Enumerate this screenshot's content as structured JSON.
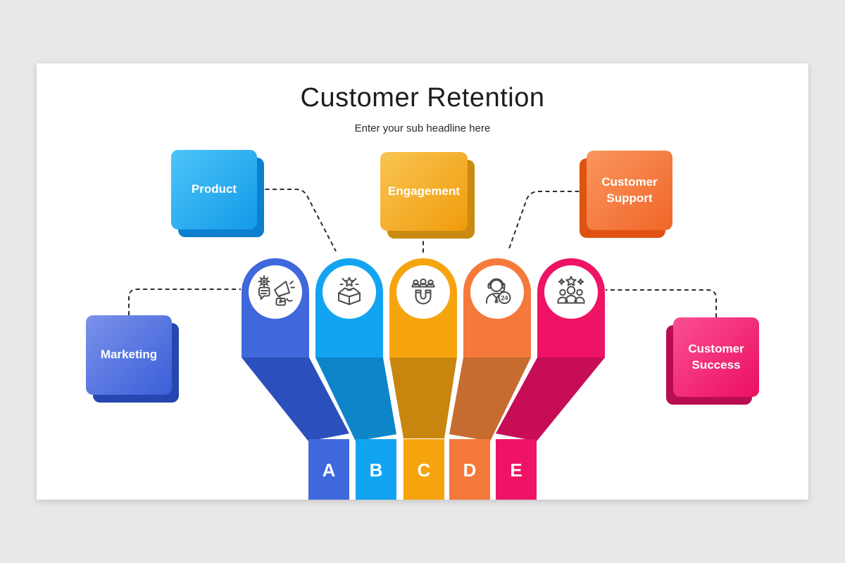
{
  "page": {
    "background_color": "#e9e8e8",
    "canvas_color": "#ffffff",
    "connector_color": "#2d2d2d"
  },
  "header": {
    "title": "Customer Retention",
    "subtitle": "Enter your sub headline here"
  },
  "boxes": [
    {
      "id": "marketing",
      "label": "Marketing",
      "gradient": [
        "#7b92ea",
        "#3a5ed8"
      ],
      "shadow": "#2746b0"
    },
    {
      "id": "product",
      "label": "Product",
      "gradient": [
        "#4cc5f9",
        "#149ae8"
      ],
      "shadow": "#0d7fd0"
    },
    {
      "id": "engagement",
      "label": "Engagement",
      "gradient": [
        "#f9c452",
        "#f09c0c"
      ],
      "shadow": "#cb8a10"
    },
    {
      "id": "support",
      "label": "Customer Support",
      "gradient": [
        "#f9975f",
        "#f16528"
      ],
      "shadow": "#df5312"
    },
    {
      "id": "success",
      "label": "Customer Success",
      "gradient": [
        "#fa4f90",
        "#ec0f62"
      ],
      "shadow": "#b80d51"
    }
  ],
  "funnel": {
    "badge_label": "24",
    "stages": [
      {
        "letter": "A",
        "icon": "marketing-megaphone-icon",
        "color": "#3e68dc",
        "shade": "#2b50bb"
      },
      {
        "letter": "B",
        "icon": "product-open-box-icon",
        "color": "#12a4f0",
        "shade": "#0d85c8"
      },
      {
        "letter": "C",
        "icon": "engagement-magnet-icon",
        "color": "#f6a40e",
        "shade": "#c8860f"
      },
      {
        "letter": "D",
        "icon": "support-agent-24-icon",
        "color": "#f5793a",
        "shade": "#c66c31"
      },
      {
        "letter": "E",
        "icon": "success-team-stars-icon",
        "color": "#ee1365",
        "shade": "#c60d56"
      }
    ]
  }
}
